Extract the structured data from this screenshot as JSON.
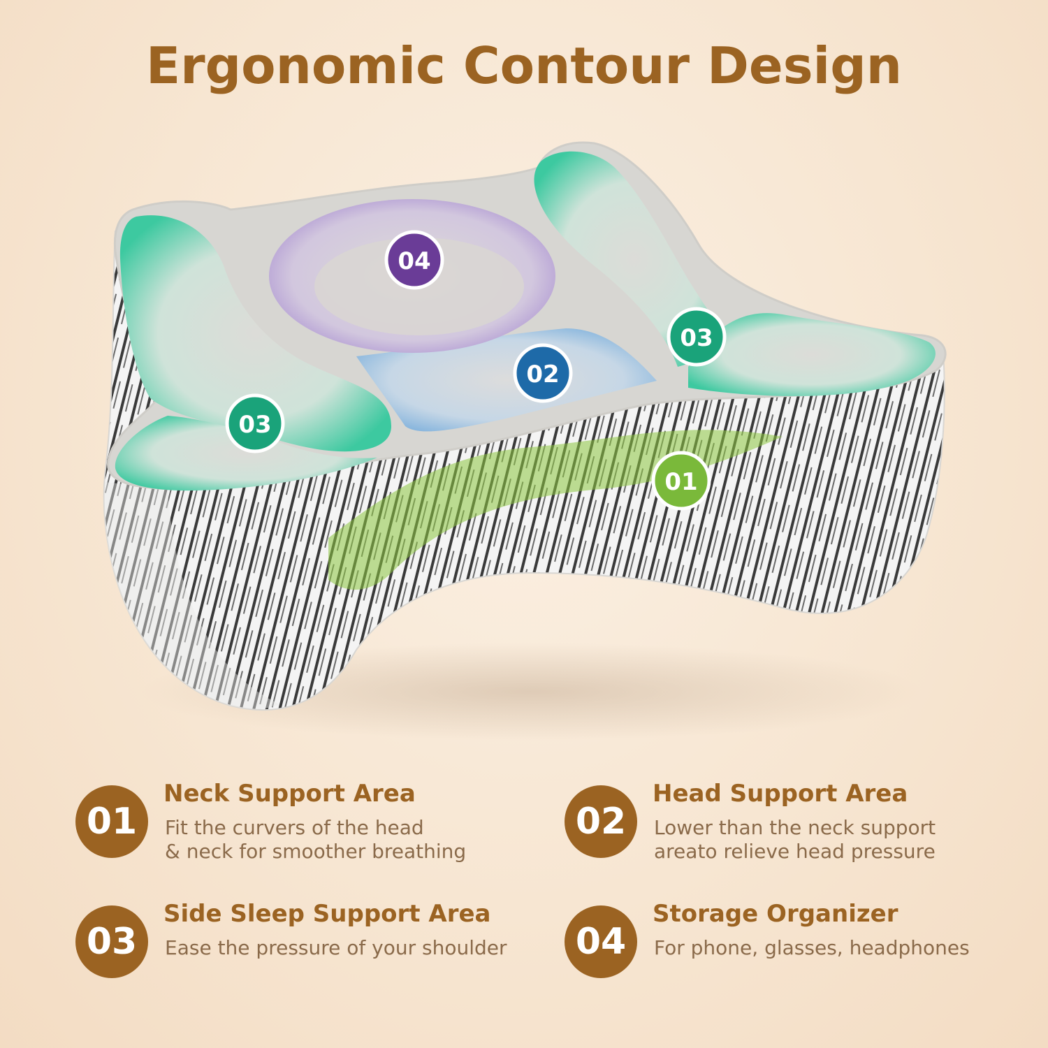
{
  "title": "Ergonomic Contour Design",
  "colors": {
    "brand": "#9b6322",
    "neck_zone": "#8cc63f",
    "head_zone": "#1e6aa8",
    "side_zone": "#1aa37a",
    "storage_zone": "#6a3c97"
  },
  "badges": {
    "storage": "04",
    "head": "02",
    "side_left": "03",
    "side_right": "03",
    "neck": "01"
  },
  "features": [
    {
      "number": "01",
      "title": "Neck Support Area",
      "desc_line1": "Fit the curvers of the head",
      "desc_line2": "& neck for smoother breathing"
    },
    {
      "number": "02",
      "title": "Head Support Area",
      "desc_line1": "Lower than the neck support",
      "desc_line2": "areato relieve head pressure"
    },
    {
      "number": "03",
      "title": "Side Sleep Support Area",
      "desc_line1": "Ease the pressure of your shoulder",
      "desc_line2": ""
    },
    {
      "number": "04",
      "title": "Storage Organizer",
      "desc_line1": "For phone, glasses, headphones",
      "desc_line2": ""
    }
  ]
}
